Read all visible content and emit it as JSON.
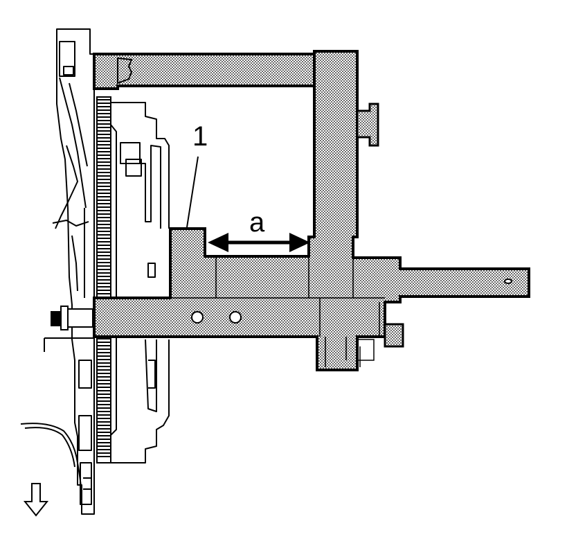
{
  "figure": {
    "callouts": [
      {
        "id": "callout-1",
        "text": "1"
      },
      {
        "id": "callout-a",
        "text": "a"
      }
    ],
    "colors": {
      "ink": "#000000",
      "paper": "#ffffff",
      "tool_fill": "dotted-gray"
    },
    "icons": {
      "direction_arrow": "down-arrow-icon",
      "dimension_arrow": "double-headed-arrow"
    }
  }
}
